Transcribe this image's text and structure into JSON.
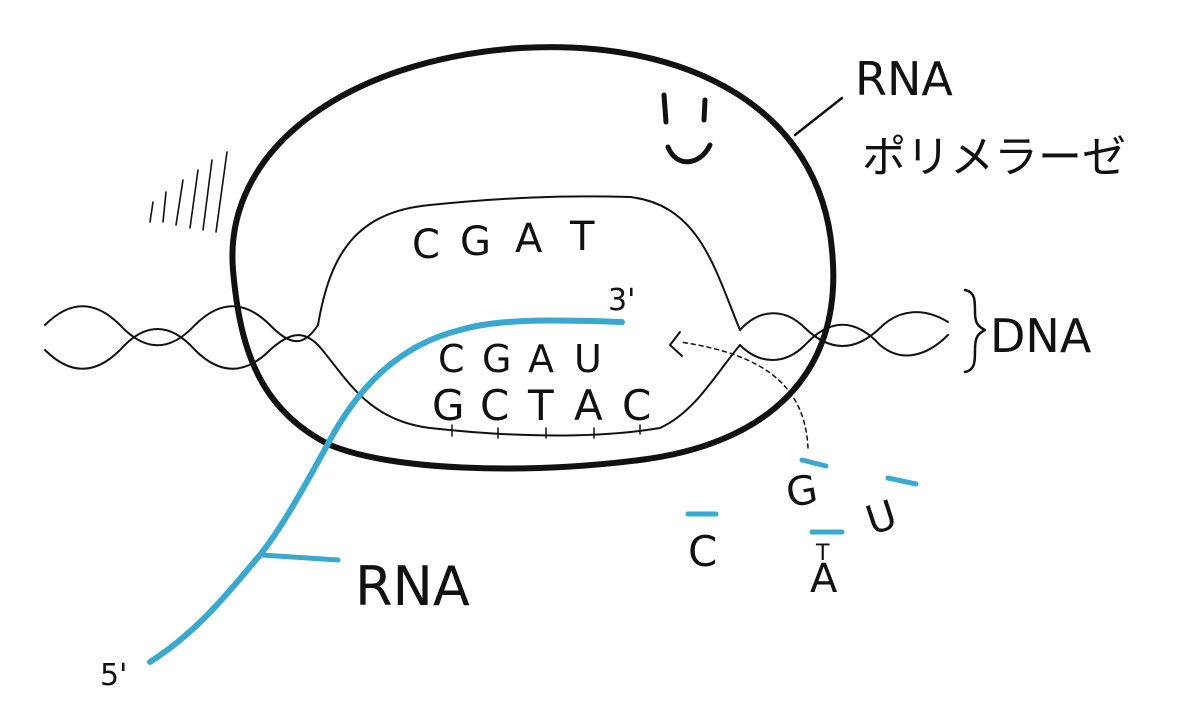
{
  "labels": {
    "polymerase_line1": "RNA",
    "polymerase_line2": "ポリメラーゼ",
    "dna": "DNA",
    "rna": "RNA",
    "three_prime": "3'",
    "five_prime": "5'"
  },
  "sequences": {
    "top_strand": [
      "C",
      "G",
      "A",
      "T"
    ],
    "rna_strand": [
      "C",
      "G",
      "A",
      "U"
    ],
    "template_strand": [
      "G",
      "C",
      "T",
      "A",
      "C"
    ]
  },
  "free_nucleotides": [
    "C",
    "G",
    "T",
    "A",
    "U"
  ],
  "colors": {
    "ink": "#111111",
    "rna": "#3aa8cf"
  }
}
